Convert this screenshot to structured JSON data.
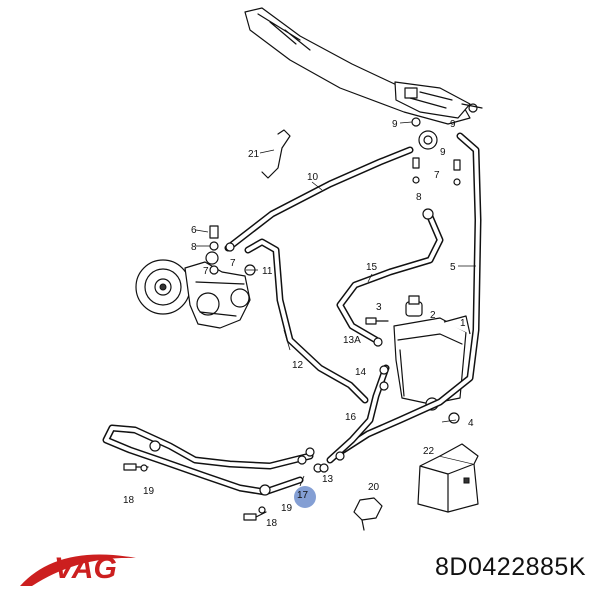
{
  "brand": {
    "logo_text": "VAG",
    "logo_color": "#cc1f1f"
  },
  "part_number": "8D0422885K",
  "highlight_color": "#5b7fc6",
  "labels": {
    "l9": "9",
    "l9b": "9",
    "l21": "21",
    "l10": "10",
    "l6": "6",
    "l8a": "8",
    "l7a": "7",
    "l7b": "7",
    "l11": "11",
    "l7c": "7",
    "l8b": "8",
    "l15": "15",
    "l5": "5",
    "l3": "3",
    "l2": "2",
    "l1": "1",
    "l13a": "13A",
    "l12": "12",
    "l14": "14",
    "l16": "16",
    "l4": "4",
    "l22": "22",
    "l17": "17",
    "l13b": "13",
    "l20": "20",
    "l18a": "18",
    "l19a": "19",
    "l19b": "19",
    "l18b": "18"
  }
}
